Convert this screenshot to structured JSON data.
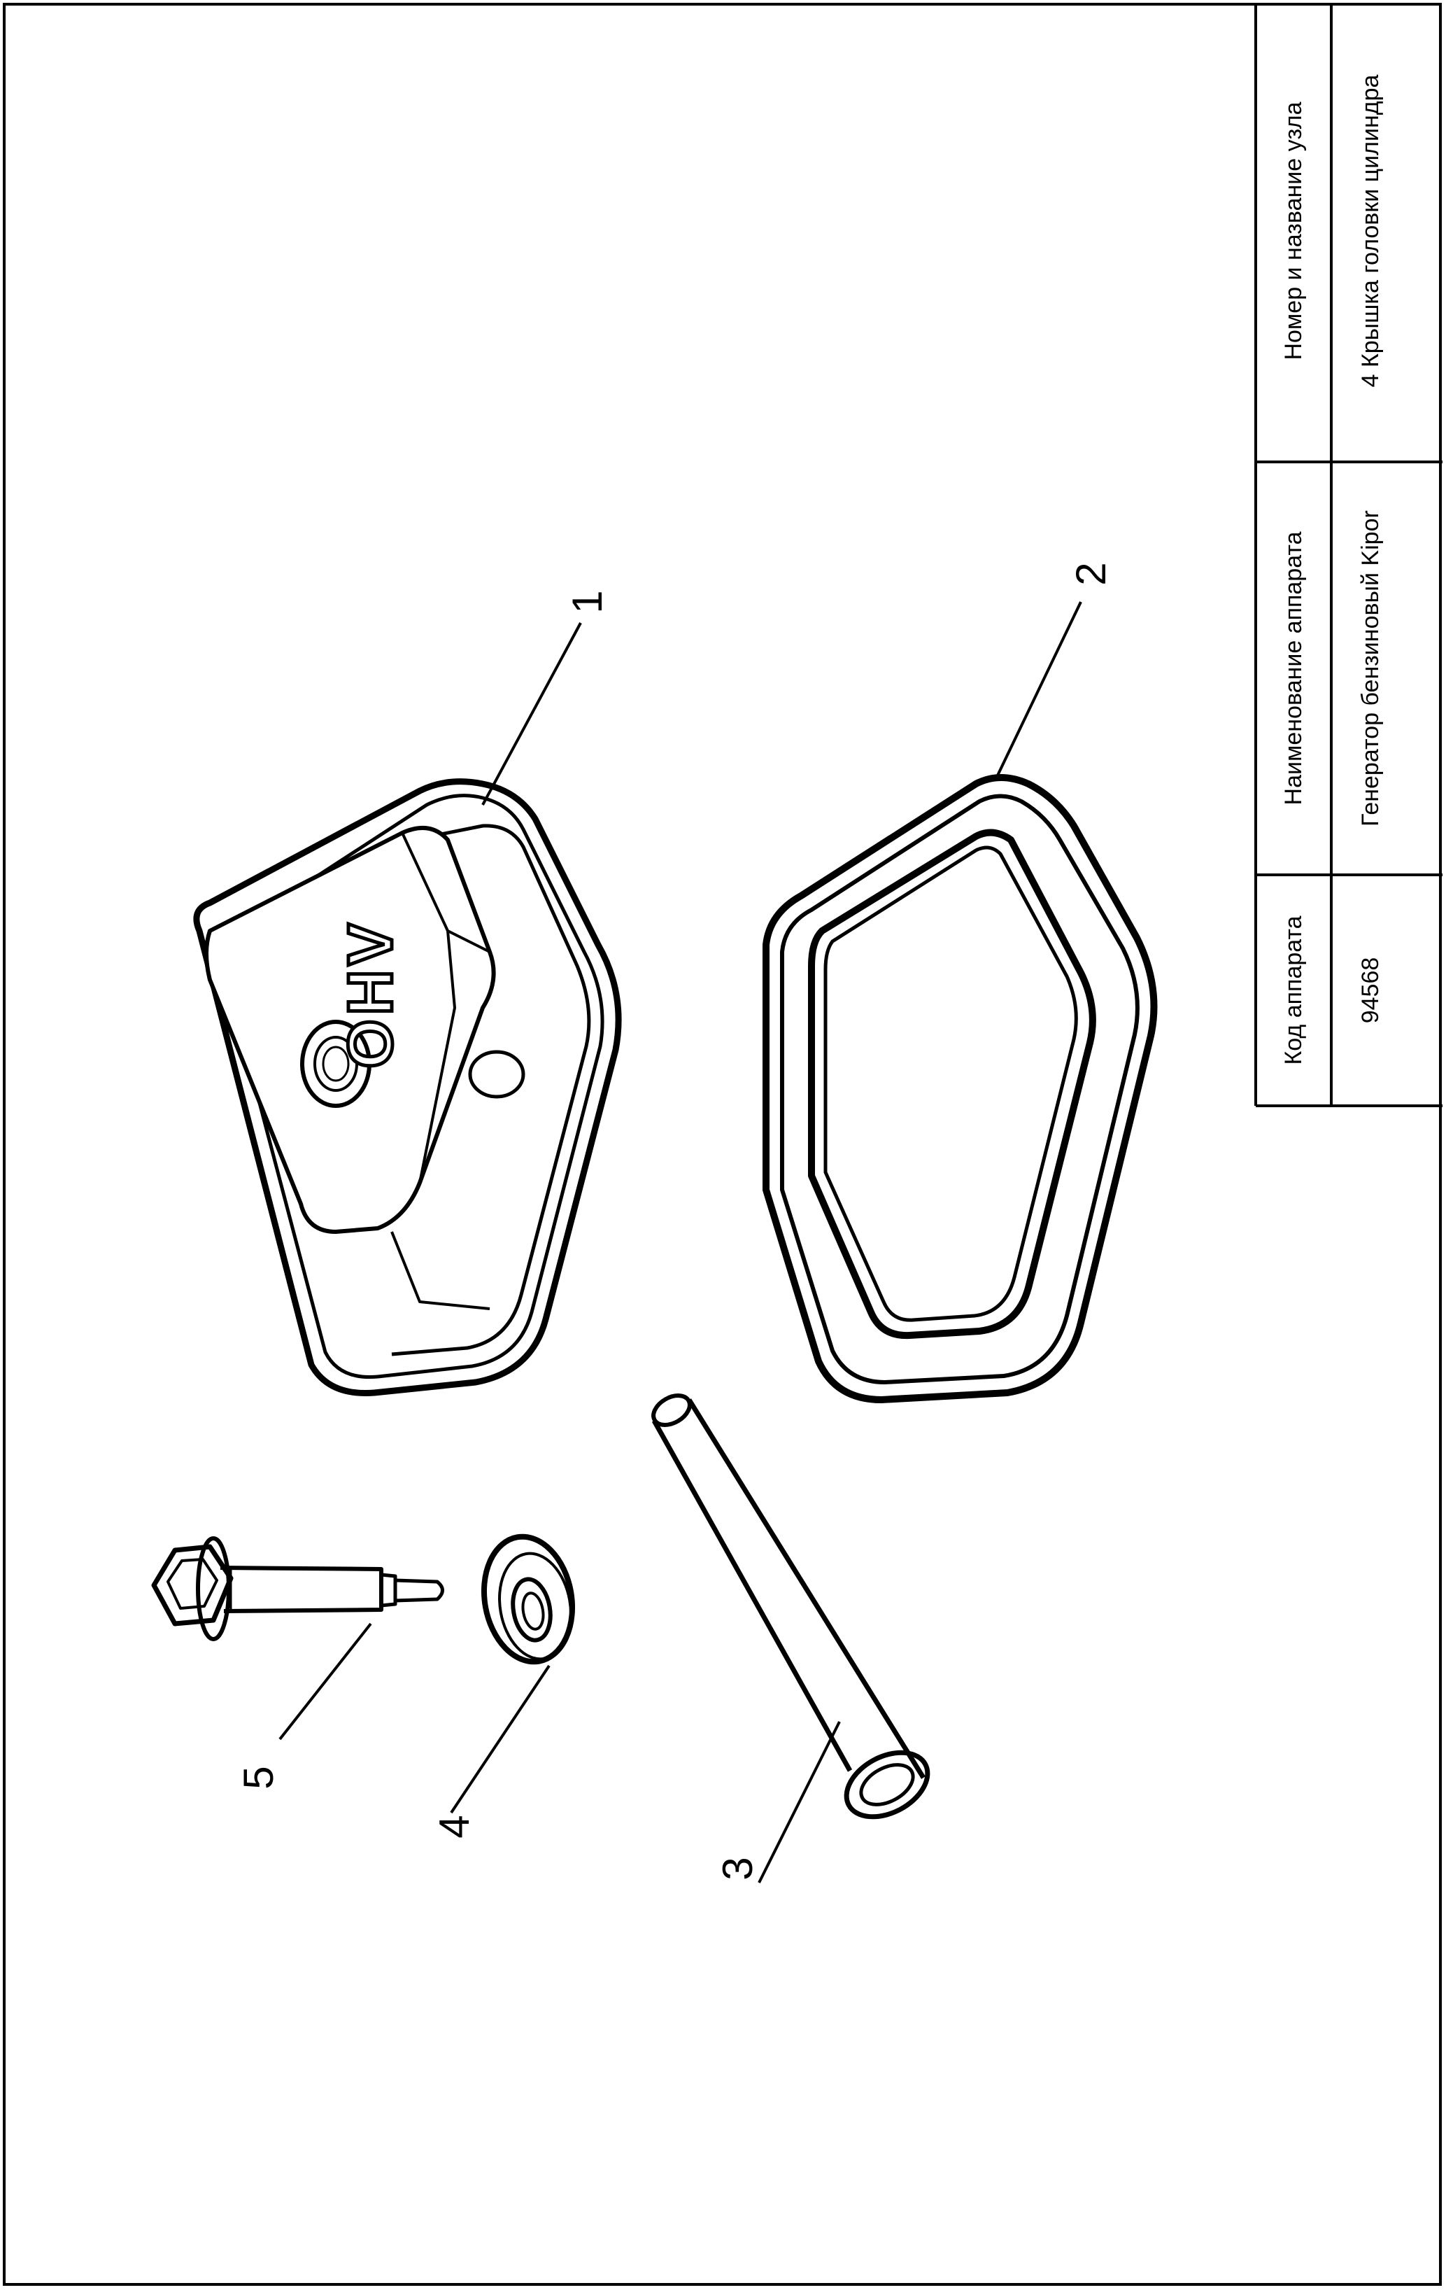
{
  "title_block": {
    "headers": {
      "code": "Код аппарата",
      "device_name": "Наименование аппарата",
      "unit": "Номер и название узла"
    },
    "values": {
      "code": "94568",
      "device_name": "Генератор бензиновый Kipor",
      "unit": "4 Крышка головки цилиндра"
    }
  },
  "cover_logo": "OHV",
  "callouts": [
    "1",
    "2",
    "3",
    "4",
    "5"
  ],
  "parts": [
    {
      "number": "1",
      "icon": "cylinder-head-cover-icon"
    },
    {
      "number": "2",
      "icon": "gasket-icon"
    },
    {
      "number": "3",
      "icon": "tube-icon"
    },
    {
      "number": "4",
      "icon": "washer-icon"
    },
    {
      "number": "5",
      "icon": "bolt-icon"
    }
  ]
}
